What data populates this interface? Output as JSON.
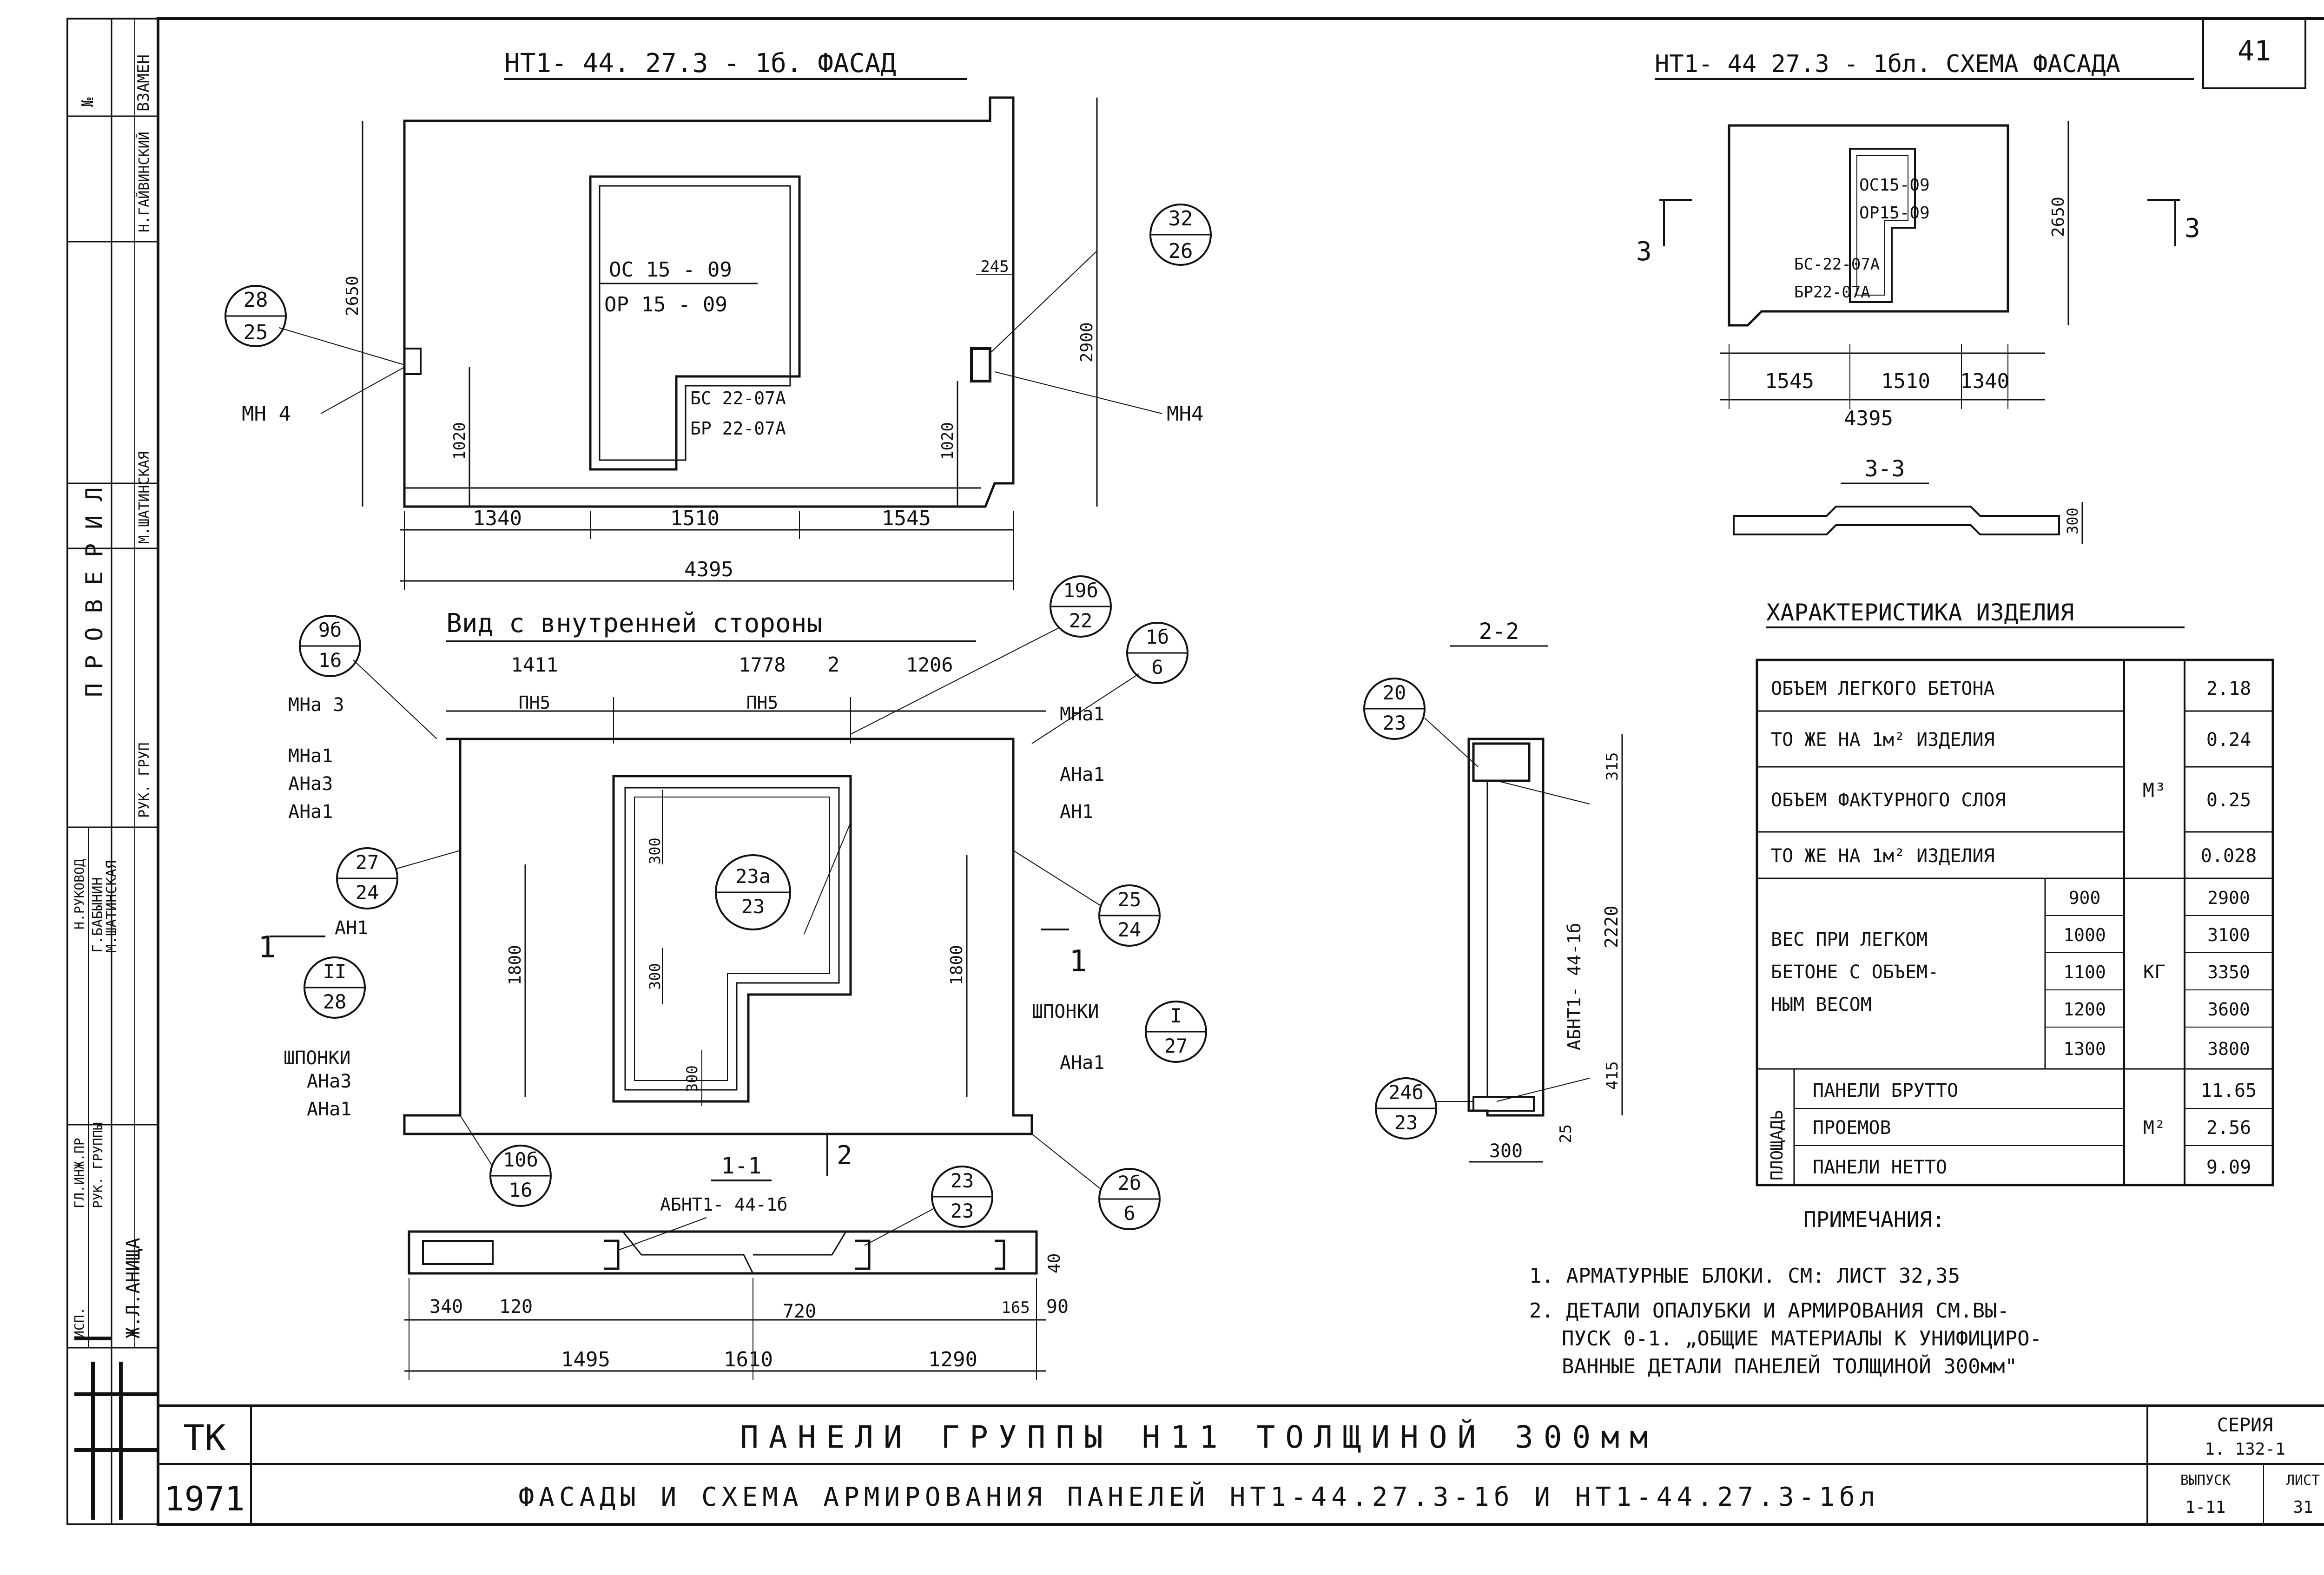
{
  "sheet_number": "41",
  "views": {
    "facade": {
      "title": "НТ1- 44. 27.3 - 1б. ФАСАД",
      "opening_upper": "ОС 15 - 09",
      "opening_lower": "ОР 15 - 09",
      "door_upper": "БС 22-07А",
      "door_lower": "БР 22-07А",
      "left_tag": "МН 4",
      "right_tag": "МН4",
      "callout_left_top": "28",
      "callout_left_bottom": "25",
      "callout_right_top": "32",
      "callout_right_bottom": "26",
      "dim_height_left": "2650",
      "dim_height_right": "2900",
      "dim_small_left": "1020",
      "dim_small_right": "1020",
      "dim_245": "245",
      "dim_a": "1340",
      "dim_b": "1510",
      "dim_c": "1545",
      "dim_total": "4395"
    },
    "inner": {
      "title": "Вид с внутренней стороны",
      "dim_a": "1411",
      "dim_b": "1778",
      "dim_c": "1206",
      "section_mark": "2",
      "pn_left": "ПН5",
      "pn_right": "ПН5",
      "c1_top": "9б",
      "c1_bottom": "16",
      "c2_top": "19б",
      "c2_bottom": "22",
      "c3_top": "1б",
      "c3_bottom": "6",
      "c4_top": "27",
      "c4_bottom": "24",
      "c5_top": "23а",
      "c5_bottom": "23",
      "c6_top": "25",
      "c6_bottom": "24",
      "c7_top": "II",
      "c7_bottom": "28",
      "c8_top": "I",
      "c8_bottom": "27",
      "c9_top": "10б",
      "c9_bottom": "16",
      "c10_top": "2б",
      "c10_bottom": "6",
      "l_mna3": "МНа 3",
      "l_mna1": "МНа1",
      "l_ana3": "АНа3",
      "l_ana1": "АНа1",
      "l_an1": "АН1",
      "l_shp": "ШПОНКИ",
      "l_ana3b": "АНа3",
      "l_ana1b": "АНа1",
      "r_mna1": "МНа1",
      "r_ana1": "АНа1",
      "r_an1": "АН1",
      "r_shp": "ШПОНКИ",
      "r_ana1b": "АНа1",
      "dim_300a": "300",
      "dim_300b": "300",
      "dim_300c": "300",
      "dim_1800l": "1800",
      "dim_1800r": "1800",
      "sec_left": "1",
      "sec_right": "1"
    },
    "section11": {
      "title": "1-1",
      "mark": "АБНТ1- 44-1б",
      "sec2": "2",
      "c_top": "23",
      "c_bottom": "23",
      "d340": "340",
      "d120": "120",
      "d720": "720",
      "d165": "165",
      "d90": "90",
      "d40": "40",
      "d1495": "1495",
      "d1610": "1610",
      "d1290": "1290"
    },
    "section22": {
      "title": "2-2",
      "c1_top": "20",
      "c1_bottom": "23",
      "c2_top": "24б",
      "c2_bottom": "23",
      "mark": "АБНТ1- 44-1б",
      "d315": "315",
      "d2220": "2220",
      "d415": "415",
      "d25": "25",
      "d300": "300"
    },
    "scheme": {
      "title": "НТ1- 44 27.3 - 1бл. СХЕМА ФАСАДА",
      "o1": "ОС15-09",
      "o2": "ОР15-09",
      "d1": "БС-22-07А",
      "d2": "БР22-07А",
      "height": "2650",
      "mark_left": "3",
      "mark_right": "3",
      "dim_a": "1545",
      "dim_b": "1510",
      "dim_c": "1340",
      "total": "4395"
    },
    "section33": {
      "title": "3-3",
      "dim": "300"
    }
  },
  "specs": {
    "title": "ХАРАКТЕРИСТИКА ИЗДЕЛИЯ",
    "r1": "ОБЪЕМ ЛЕГКОГО БЕТОНА",
    "v1": "2.18",
    "r2": "ТО ЖЕ НА 1м² ИЗДЕЛИЯ",
    "v2": "0.24",
    "r3": "ОБЪЕМ ФАКТУРНОГО СЛОЯ",
    "v3": "0.25",
    "r4": "ТО ЖЕ НА 1м² ИЗДЕЛИЯ",
    "v4": "0.028",
    "unit_m3": "М³",
    "weight_l1": "ВЕС ПРИ ЛЕГКОМ",
    "weight_l2": "БЕТОНЕ С ОБЪЕМ-",
    "weight_l3": "НЫМ ВЕСОМ",
    "d1": "900",
    "w1": "2900",
    "d2": "1000",
    "w2": "3100",
    "d3": "1100",
    "w3": "3350",
    "d4": "1200",
    "w4": "3600",
    "d5": "1300",
    "w5": "3800",
    "unit_kg": "КГ",
    "area_label": "ПЛОЩАДЬ",
    "a1": "ПАНЕЛИ БРУТТО",
    "av1": "11.65",
    "a2": "ПРОЕМОВ",
    "av2": "2.56",
    "a3": "ПАНЕЛИ НЕТТО",
    "av3": "9.09",
    "unit_m2": "М²"
  },
  "notes": {
    "title": "ПРИМЕЧАНИЯ:",
    "n1": "1. АРМАТУРНЫЕ БЛОКИ. СМ: ЛИСТ 32,35",
    "n2a": "2. ДЕТАЛИ ОПАЛУБКИ И АРМИРОВАНИЯ СМ.ВЫ-",
    "n2b": "ПУСК 0-1. „ОБЩИЕ МАТЕРИАЛЫ К УНИФИЦИРО-",
    "n2c": "ВАННЫЕ ДЕТАЛИ ПАНЕЛЕЙ ТОЛЩИНОЙ 300мм\""
  },
  "title_block": {
    "org": "ТК",
    "year": "1971",
    "line1": "ПАНЕЛИ ГРУППЫ Н11 ТОЛЩИНОЙ 300мм",
    "line2": "ФАСАДЫ И СХЕМА АРМИРОВАНИЯ ПАНЕЛЕЙ НТ1-44.27.3-1б И НТ1-44.27.3-1бл",
    "series_label": "СЕРИЯ",
    "series_value": "1. 132-1",
    "issue_label": "ВЫПУСК",
    "issue_value": "1-11",
    "sheet_label": "ЛИСТ",
    "sheet_value": "31"
  },
  "side_stamp": {
    "vzamen": "ВЗАМЕН",
    "no": "№",
    "name1": "Н.ГАЙВИНСКИЙ",
    "checked": "П Р О В Е Р И Л",
    "group": "РУК. ГРУП",
    "name2": "М.ШАТИНСКАЯ",
    "name3": "Г.БАБЫНИН",
    "name4": "М.ШАТИНСКАЯ",
    "role1": "Н.РУКОВОД",
    "role2": "ГЛ.ИНЖ.ПР",
    "role3": "РУК. ГРУППЫ",
    "role4": "ИСП.",
    "name5": "Ж.Л.АНИЩА"
  }
}
